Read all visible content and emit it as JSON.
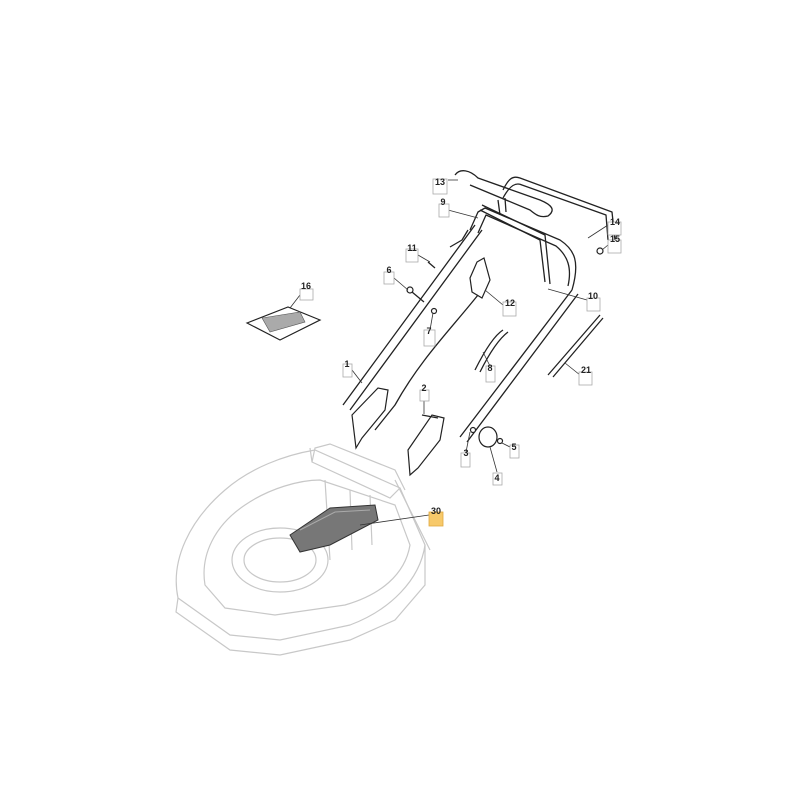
{
  "diagram": {
    "title": "Handle assembly exploded parts diagram",
    "highlight_color": "#f7c96a",
    "callouts": [
      {
        "id": "c13",
        "label": "13"
      },
      {
        "id": "c9",
        "label": "9"
      },
      {
        "id": "c14",
        "label": "14"
      },
      {
        "id": "c15",
        "label": "15"
      },
      {
        "id": "c11",
        "label": "11"
      },
      {
        "id": "c6",
        "label": "6"
      },
      {
        "id": "c16",
        "label": "16"
      },
      {
        "id": "c12",
        "label": "12"
      },
      {
        "id": "c10",
        "label": "10"
      },
      {
        "id": "c7",
        "label": "7"
      },
      {
        "id": "c8",
        "label": "8"
      },
      {
        "id": "c21",
        "label": "21"
      },
      {
        "id": "c1",
        "label": "1"
      },
      {
        "id": "c2",
        "label": "2"
      },
      {
        "id": "c3",
        "label": "3"
      },
      {
        "id": "c4",
        "label": "4"
      },
      {
        "id": "c5",
        "label": "5"
      },
      {
        "id": "c30",
        "label": "30",
        "highlighted": true
      }
    ]
  }
}
